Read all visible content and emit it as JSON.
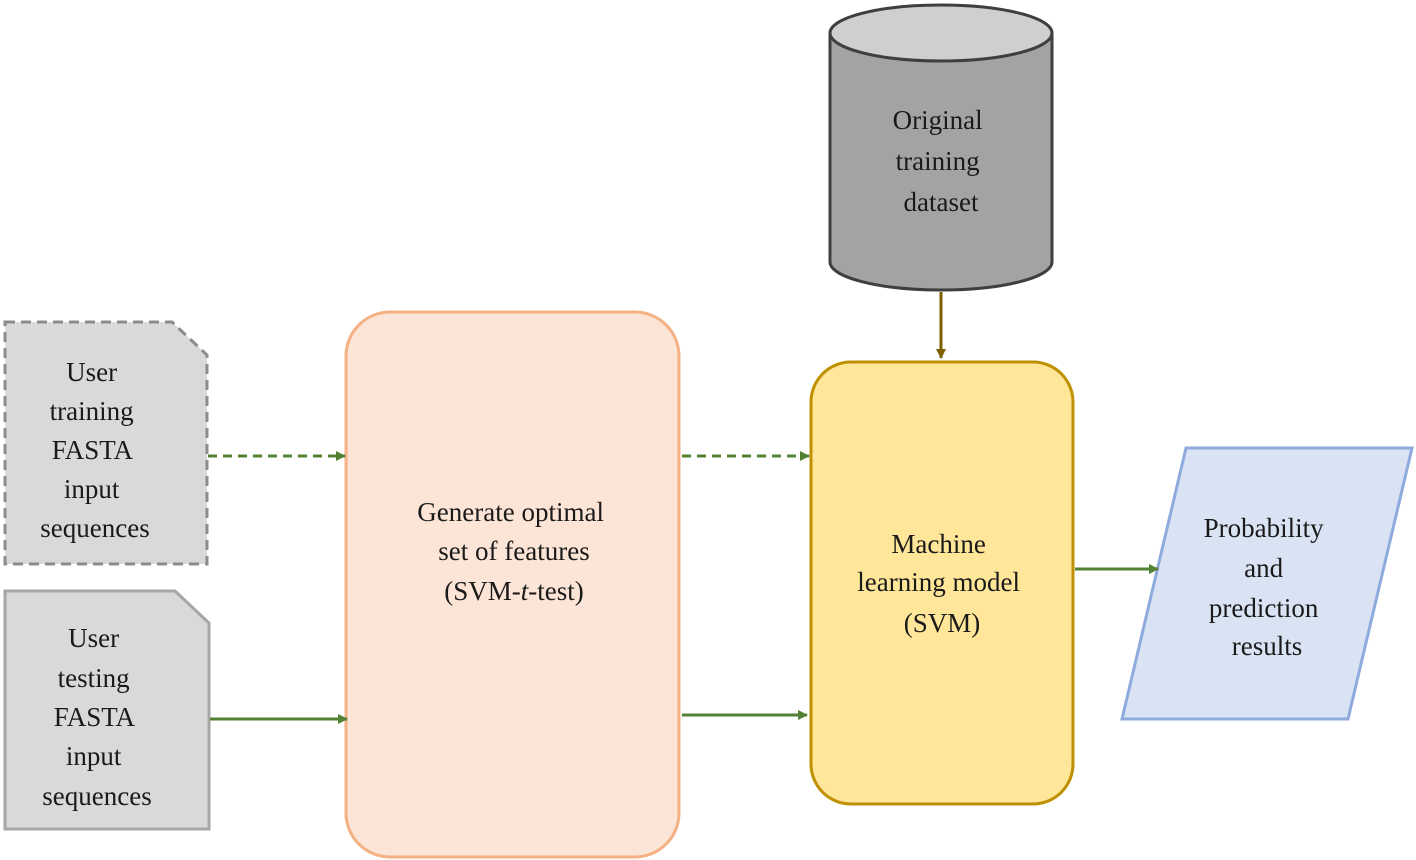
{
  "nodes": {
    "user_training": {
      "lines": [
        "User",
        "training",
        "FASTA",
        "input",
        "sequences"
      ],
      "fill": "#d9d9d9",
      "stroke": "#8c8c8c",
      "style": "dashed"
    },
    "user_testing": {
      "lines": [
        "User",
        "testing",
        "FASTA",
        "input",
        "sequences"
      ],
      "fill": "#d9d9d9",
      "stroke": "#a6a6a6",
      "style": "solid"
    },
    "feature_gen": {
      "line1": "Generate optimal",
      "line2": "set of features",
      "line3_pre": "(SVM-",
      "line3_italic": "t",
      "line3_post": "-test)",
      "fill": "#fce4d6",
      "stroke": "#f4b183"
    },
    "dataset": {
      "lines": [
        "Original",
        "training",
        "dataset"
      ],
      "fill": "#a5a2a2",
      "top_fill": "#d0cece",
      "stroke": "#3f3f3f"
    },
    "ml_model": {
      "lines": [
        "Machine",
        "learning model",
        "(SVM)"
      ],
      "fill": "#ffe699",
      "stroke": "#bf9000"
    },
    "results": {
      "lines": [
        "Probability",
        "and",
        "prediction",
        "results"
      ],
      "fill": "#dae3f3",
      "stroke": "#8faadc"
    }
  },
  "edges": {
    "color": "#548235",
    "dataset_edge_color": "#7f6000"
  }
}
